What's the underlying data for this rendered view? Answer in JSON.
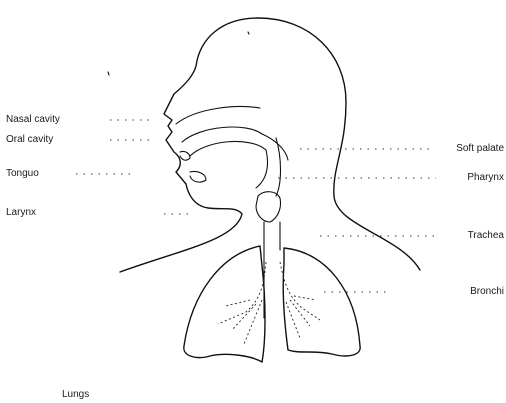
{
  "labels": {
    "nasal_cavity": "Nasal cavity",
    "oral_cavity": "Oral cavity",
    "tongue": "Tonguo",
    "larynx": "Larynx",
    "soft_palate": "Soft palate",
    "pharynx": "Pharynx",
    "trachea": "Trachea",
    "bronchi": "Bronchi",
    "lungs": "Lungs"
  }
}
